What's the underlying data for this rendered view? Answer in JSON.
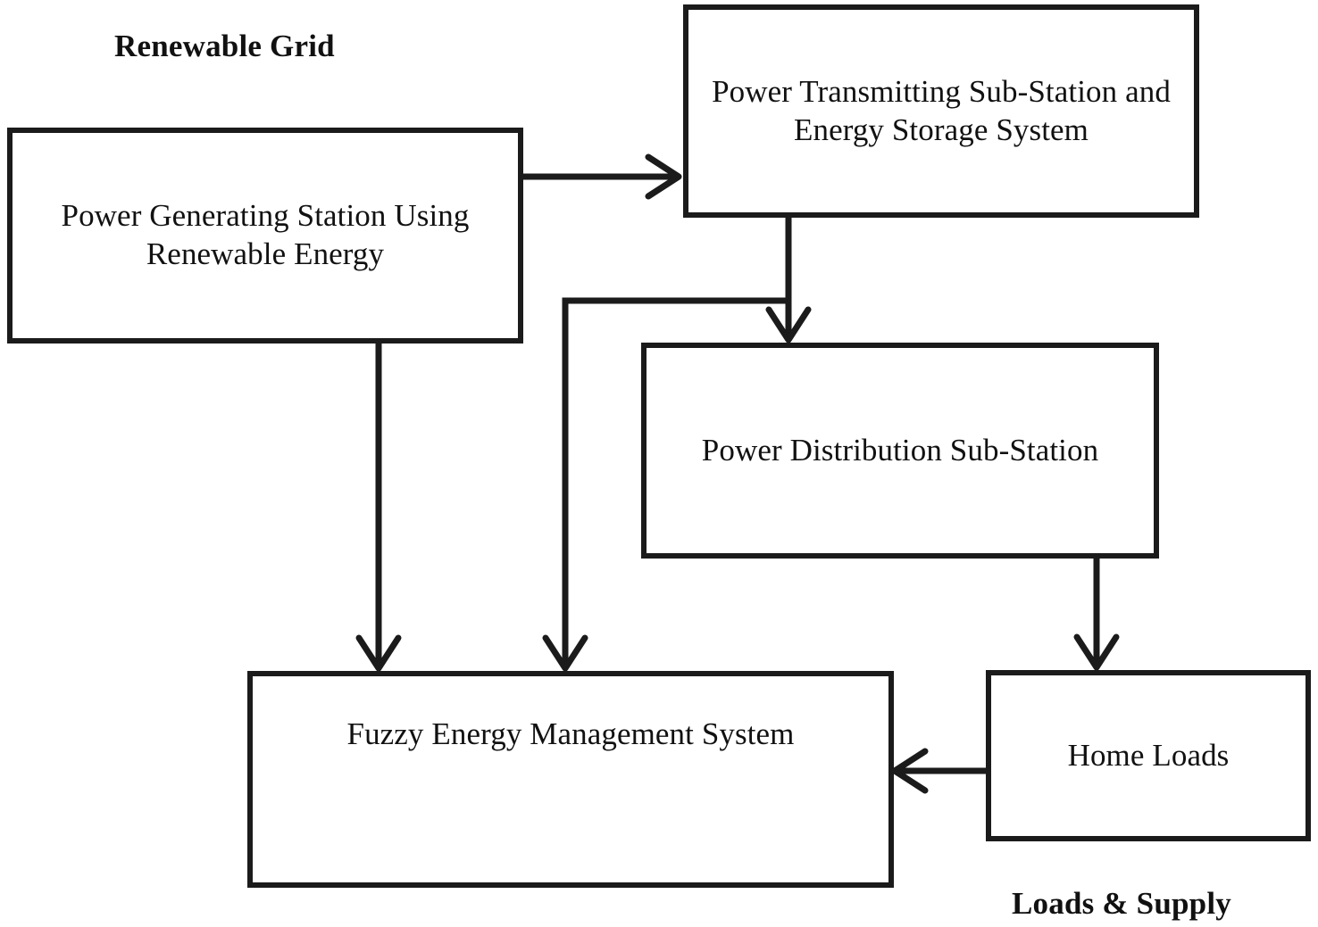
{
  "diagram": {
    "title_left": "Renewable Grid",
    "title_bottom_right": "Loads & Supply",
    "colors": {
      "stroke": "#1b1b1b",
      "fill": "#ffffff",
      "text": "#111111"
    },
    "nodes": [
      {
        "id": "power-generating-station",
        "label": "Power Generating Station Using Renewable Energy"
      },
      {
        "id": "power-transmitting-substation",
        "label": "Power Transmitting Sub-Station and Energy Storage System"
      },
      {
        "id": "power-distribution-substation",
        "label": "Power Distribution Sub-Station"
      },
      {
        "id": "fuzzy-energy-management-system",
        "label": "Fuzzy Energy Management System"
      },
      {
        "id": "home-loads",
        "label": "Home Loads"
      }
    ],
    "edges": [
      {
        "from": "power-generating-station",
        "to": "power-transmitting-substation",
        "direction": "right"
      },
      {
        "from": "power-transmitting-substation",
        "to": "power-distribution-substation",
        "direction": "down"
      },
      {
        "from": "power-transmitting-substation",
        "to": "fuzzy-energy-management-system",
        "direction": "down"
      },
      {
        "from": "power-generating-station",
        "to": "fuzzy-energy-management-system",
        "direction": "down"
      },
      {
        "from": "power-distribution-substation",
        "to": "home-loads",
        "direction": "down"
      },
      {
        "from": "home-loads",
        "to": "fuzzy-energy-management-system",
        "direction": "left"
      }
    ]
  }
}
